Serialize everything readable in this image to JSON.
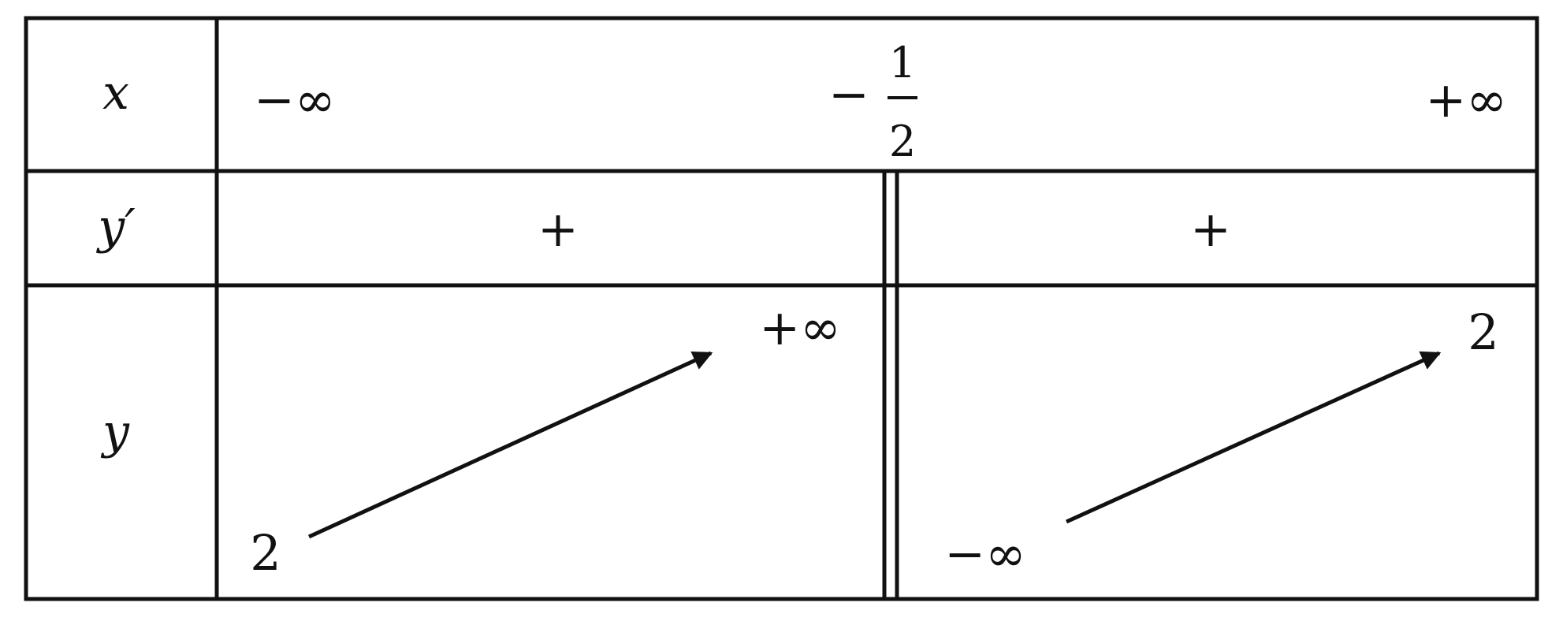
{
  "variation_table": {
    "row_labels": {
      "x": "x",
      "y_prime": "y′",
      "y": "y"
    },
    "x_row": {
      "left": "−∞",
      "mid_sign": "−",
      "mid_numerator": "1",
      "mid_denominator": "2",
      "right": "+∞"
    },
    "derivative_signs": {
      "left": "+",
      "right": "+"
    },
    "y_values": {
      "left_start": "2",
      "left_end": "+∞",
      "right_start": "−∞",
      "right_end": "2"
    },
    "arrows": [
      "increasing",
      "increasing"
    ],
    "forbidden_value_marker": "double vertical bar"
  }
}
